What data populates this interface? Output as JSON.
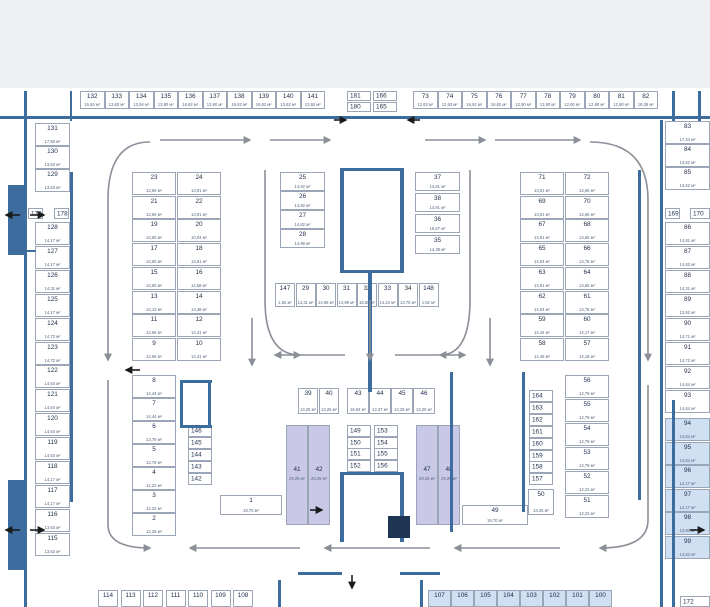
{
  "colors": {
    "background": "#ffffff",
    "wall": "#3d6c9e",
    "grid_line": "#9aa6b8",
    "driveway_arrow": "#8a8f98",
    "blue_highlight": "#cfe0f3",
    "purple_highlight": "#c9c8e6",
    "core_dark": "#1f3554"
  },
  "parking_spaces": [
    {
      "id": "s132",
      "number": "132",
      "area": "16,62 м²"
    },
    {
      "id": "s133",
      "number": "133",
      "area": "13,62 м²"
    },
    {
      "id": "s134",
      "number": "134",
      "area": "13,94 м²"
    },
    {
      "id": "s135",
      "number": "135",
      "area": "13,90 м²"
    },
    {
      "id": "s136",
      "number": "136",
      "area": "16,62 м²"
    },
    {
      "id": "s137",
      "number": "137",
      "area": "13,90 м²"
    },
    {
      "id": "s138",
      "number": "138",
      "area": "16,62 м²"
    },
    {
      "id": "s139",
      "number": "139",
      "area": "16,62 м²"
    },
    {
      "id": "s140",
      "number": "140",
      "area": "13,62 м²"
    },
    {
      "id": "s141",
      "number": "141",
      "area": "13,62 м²"
    },
    {
      "id": "s181",
      "number": "181",
      "area": "1,92 м²"
    },
    {
      "id": "s180",
      "number": "180",
      "area": "1,92 м²"
    },
    {
      "id": "s166",
      "number": "166",
      "area": "1,92 м²"
    },
    {
      "id": "s165",
      "number": "165",
      "area": "1,92 м²"
    },
    {
      "id": "s73",
      "number": "73",
      "area": "12,63 м²"
    },
    {
      "id": "s74",
      "number": "74",
      "area": "12,63 м²"
    },
    {
      "id": "s75",
      "number": "75",
      "area": "16,62 м²"
    },
    {
      "id": "s76",
      "number": "76",
      "area": "16,62 м²"
    },
    {
      "id": "s77",
      "number": "77",
      "area": "12,90 м²"
    },
    {
      "id": "s78",
      "number": "78",
      "area": "13,90 м²"
    },
    {
      "id": "s79",
      "number": "79",
      "area": "12,90 м²"
    },
    {
      "id": "s80",
      "number": "80",
      "area": "12,90 м²"
    },
    {
      "id": "s81",
      "number": "81",
      "area": "12,90 м²"
    },
    {
      "id": "s82",
      "number": "82",
      "area": "18,35 м²"
    },
    {
      "id": "s131",
      "number": "131",
      "area": "17,60 м²"
    },
    {
      "id": "s130",
      "number": "130",
      "area": "13,63 м²"
    },
    {
      "id": "s129",
      "number": "129",
      "area": "13,63 м²"
    },
    {
      "id": "s179",
      "number": "179",
      "area": "1,92 м²"
    },
    {
      "id": "s178",
      "number": "178",
      "area": "1,92 м²"
    },
    {
      "id": "s128",
      "number": "128",
      "area": "14,17 м²"
    },
    {
      "id": "s127",
      "number": "127",
      "area": "14,17 м²"
    },
    {
      "id": "s126",
      "number": "126",
      "area": "14,31 м²"
    },
    {
      "id": "s125",
      "number": "125",
      "area": "14,17 м²"
    },
    {
      "id": "s124",
      "number": "124",
      "area": "14,72 м²"
    },
    {
      "id": "s123",
      "number": "123",
      "area": "14,72 м²"
    },
    {
      "id": "s122",
      "number": "122",
      "area": "14,64 м²"
    },
    {
      "id": "s121",
      "number": "121",
      "area": "14,64 м²"
    },
    {
      "id": "s120",
      "number": "120",
      "area": "14,64 м²"
    },
    {
      "id": "s119",
      "number": "119",
      "area": "14,63 м²"
    },
    {
      "id": "s118",
      "number": "118",
      "area": "14,17 м²"
    },
    {
      "id": "s117",
      "number": "117",
      "area": "14,17 м²"
    },
    {
      "id": "s116",
      "number": "116",
      "area": "13,63 м²"
    },
    {
      "id": "s115",
      "number": "115",
      "area": "13,62 м²"
    },
    {
      "id": "s23",
      "number": "23",
      "area": "13,65 м²"
    },
    {
      "id": "s21",
      "number": "21",
      "area": "13,65 м²"
    },
    {
      "id": "s19",
      "number": "19",
      "area": "13,65 м²"
    },
    {
      "id": "s17",
      "number": "17",
      "area": "13,65 м²"
    },
    {
      "id": "s15",
      "number": "15",
      "area": "13,65 м²"
    },
    {
      "id": "s13",
      "number": "13",
      "area": "13,13 м²"
    },
    {
      "id": "s11",
      "number": "11",
      "area": "13,65 м²"
    },
    {
      "id": "s9",
      "number": "9",
      "area": "13,65 м²"
    },
    {
      "id": "s24",
      "number": "24",
      "area": "13,91 м²"
    },
    {
      "id": "s22",
      "number": "22",
      "area": "13,91 м²"
    },
    {
      "id": "s20",
      "number": "20",
      "area": "10,04 м²"
    },
    {
      "id": "s18",
      "number": "18",
      "area": "13,91 м²"
    },
    {
      "id": "s16",
      "number": "16",
      "area": "14,58 м²"
    },
    {
      "id": "s14",
      "number": "14",
      "area": "13,38 м²"
    },
    {
      "id": "s12",
      "number": "12",
      "area": "14,41 м²"
    },
    {
      "id": "s10",
      "number": "10",
      "area": "14,41 м²"
    },
    {
      "id": "s8",
      "number": "8",
      "area": "14,44 м²"
    },
    {
      "id": "s7",
      "number": "7",
      "area": "14,44 м²"
    },
    {
      "id": "s6",
      "number": "6",
      "area": "13,78 м²"
    },
    {
      "id": "s5",
      "number": "5",
      "area": "13,78 м²"
    },
    {
      "id": "s4",
      "number": "4",
      "area": "12,22 м²"
    },
    {
      "id": "s3",
      "number": "3",
      "area": "12,22 м²"
    },
    {
      "id": "s2",
      "number": "2",
      "area": "13,25 м²"
    },
    {
      "id": "s146",
      "number": "146",
      "area": "1,92 м²"
    },
    {
      "id": "s145",
      "number": "145",
      "area": "1,92 м²"
    },
    {
      "id": "s144",
      "number": "144",
      "area": "1,92 м²"
    },
    {
      "id": "s143",
      "number": "143",
      "area": "1,92 м²"
    },
    {
      "id": "s142",
      "number": "142",
      "area": "1,92 м²"
    },
    {
      "id": "s1",
      "number": "1",
      "area": "19,70 м²"
    },
    {
      "id": "s25",
      "number": "25",
      "area": "14,82 м²"
    },
    {
      "id": "s26",
      "number": "26",
      "area": "14,82 м²"
    },
    {
      "id": "s27",
      "number": "27",
      "area": "14,82 м²"
    },
    {
      "id": "s28",
      "number": "28",
      "area": "14,96 м²"
    },
    {
      "id": "s147",
      "number": "147",
      "area": "1,92 м²"
    },
    {
      "id": "s29",
      "number": "29",
      "area": "14,31 м²"
    },
    {
      "id": "s30",
      "number": "30",
      "area": "14,99 м²"
    },
    {
      "id": "s31",
      "number": "31",
      "area": "14,99 м²"
    },
    {
      "id": "s32",
      "number": "32",
      "area": "16,65 м²"
    },
    {
      "id": "s33",
      "number": "33",
      "area": "14,24 м²"
    },
    {
      "id": "s34",
      "number": "34",
      "area": "13,75 м²"
    },
    {
      "id": "s148",
      "number": "148",
      "area": "1,92 м²"
    },
    {
      "id": "s37",
      "number": "37",
      "area": "14,91 м²"
    },
    {
      "id": "s38",
      "number": "38",
      "area": "14,91 м²"
    },
    {
      "id": "s36",
      "number": "36",
      "area": "15,67 м²"
    },
    {
      "id": "s35",
      "number": "35",
      "area": "14,38 м²"
    },
    {
      "id": "s39",
      "number": "39",
      "area": "13,25 м²"
    },
    {
      "id": "s40",
      "number": "40",
      "area": "13,25 м²"
    },
    {
      "id": "s43",
      "number": "43",
      "area": "16,64 м²"
    },
    {
      "id": "s44",
      "number": "44",
      "area": "13,37 м²"
    },
    {
      "id": "s45",
      "number": "45",
      "area": "13,25 м²"
    },
    {
      "id": "s46",
      "number": "46",
      "area": "13,25 м²"
    },
    {
      "id": "s41",
      "number": "41",
      "area": "29,25 м²"
    },
    {
      "id": "s42",
      "number": "42",
      "area": "29,25 м²"
    },
    {
      "id": "s47",
      "number": "47",
      "area": "29,25 м²"
    },
    {
      "id": "s48",
      "number": "48",
      "area": "29,25 м²"
    },
    {
      "id": "s149",
      "number": "149",
      "area": "1,92 м²"
    },
    {
      "id": "s150",
      "number": "150",
      "area": "1,92 м²"
    },
    {
      "id": "s151",
      "number": "151",
      "area": "1,92 м²"
    },
    {
      "id": "s152",
      "number": "152",
      "area": "1,92 м²"
    },
    {
      "id": "s153",
      "number": "153",
      "area": "1,92 м²"
    },
    {
      "id": "s154",
      "number": "154",
      "area": "1,92 м²"
    },
    {
      "id": "s155",
      "number": "155",
      "area": "1,92 м²"
    },
    {
      "id": "s156",
      "number": "156",
      "area": "1,92 м²"
    },
    {
      "id": "s71",
      "number": "71",
      "area": "13,91 м²"
    },
    {
      "id": "s69",
      "number": "69",
      "area": "13,91 м²"
    },
    {
      "id": "s67",
      "number": "67",
      "area": "13,91 м²"
    },
    {
      "id": "s65",
      "number": "65",
      "area": "14,04 м²"
    },
    {
      "id": "s63",
      "number": "63",
      "area": "13,91 м²"
    },
    {
      "id": "s62",
      "number": "62",
      "area": "14,04 м²"
    },
    {
      "id": "s59",
      "number": "59",
      "area": "14,44 м²"
    },
    {
      "id": "s58",
      "number": "58",
      "area": "14,45 м²"
    },
    {
      "id": "s72",
      "number": "72",
      "area": "13,65 м²"
    },
    {
      "id": "s70",
      "number": "70",
      "area": "13,65 м²"
    },
    {
      "id": "s68",
      "number": "68",
      "area": "13,65 м²"
    },
    {
      "id": "s66",
      "number": "66",
      "area": "13,78 м²"
    },
    {
      "id": "s64",
      "number": "64",
      "area": "13,65 м²"
    },
    {
      "id": "s61",
      "number": "61",
      "area": "13,78 м²"
    },
    {
      "id": "s60",
      "number": "60",
      "area": "14,17 м²"
    },
    {
      "id": "s57",
      "number": "57",
      "area": "14,18 м²"
    },
    {
      "id": "s164",
      "number": "164",
      "area": "1,92 м²"
    },
    {
      "id": "s163",
      "number": "163",
      "area": "1,92 м²"
    },
    {
      "id": "s162",
      "number": "162",
      "area": "1,92 м²"
    },
    {
      "id": "s161",
      "number": "161",
      "area": "1,92 м²"
    },
    {
      "id": "s160",
      "number": "160",
      "area": "1,92 м²"
    },
    {
      "id": "s159",
      "number": "159",
      "area": "1,92 м²"
    },
    {
      "id": "s158",
      "number": "158",
      "area": "1,92 м²"
    },
    {
      "id": "s157",
      "number": "157",
      "area": "1,92 м²"
    },
    {
      "id": "s56",
      "number": "56",
      "area": "12,78 м²"
    },
    {
      "id": "s55",
      "number": "55",
      "area": "12,78 м²"
    },
    {
      "id": "s54",
      "number": "54",
      "area": "12,78 м²"
    },
    {
      "id": "s53",
      "number": "53",
      "area": "13,78 м²"
    },
    {
      "id": "s52",
      "number": "52",
      "area": "12,22 м²"
    },
    {
      "id": "s51",
      "number": "51",
      "area": "12,22 м²"
    },
    {
      "id": "s50",
      "number": "50",
      "area": "13,25 м²"
    },
    {
      "id": "s49",
      "number": "49",
      "area": "19,70 м²"
    },
    {
      "id": "s83",
      "number": "83",
      "area": "17,44 м²"
    },
    {
      "id": "s84",
      "number": "84",
      "area": "13,62 м²"
    },
    {
      "id": "s85",
      "number": "85",
      "area": "13,62 м²"
    },
    {
      "id": "s169",
      "number": "169",
      "area": "1,92 м²"
    },
    {
      "id": "s170",
      "number": "170",
      "area": "1,92 м²"
    },
    {
      "id": "s86",
      "number": "86",
      "area": "14,81 м²"
    },
    {
      "id": "s87",
      "number": "87",
      "area": "14,63 м²"
    },
    {
      "id": "s88",
      "number": "88",
      "area": "14,31 м²"
    },
    {
      "id": "s89",
      "number": "89",
      "area": "13,62 м²"
    },
    {
      "id": "s90",
      "number": "90",
      "area": "14,71 м²"
    },
    {
      "id": "s91",
      "number": "91",
      "area": "14,72 м²"
    },
    {
      "id": "s92",
      "number": "92",
      "area": "14,64 м²"
    },
    {
      "id": "s93",
      "number": "93",
      "area": "14,64 м²"
    },
    {
      "id": "s94",
      "number": "94",
      "area": "14,64 м²"
    },
    {
      "id": "s95",
      "number": "95",
      "area": "14,64 м²"
    },
    {
      "id": "s96",
      "number": "96",
      "area": "14,17 м²"
    },
    {
      "id": "s97",
      "number": "97",
      "area": "14,17 м²"
    },
    {
      "id": "s98",
      "number": "98",
      "area": "13,90 м²"
    },
    {
      "id": "s99",
      "number": "99",
      "area": "13,62 м²"
    },
    {
      "id": "s172",
      "number": "172",
      "area": "1,92 м²"
    },
    {
      "id": "s114",
      "number": "114",
      "area": ""
    },
    {
      "id": "s113",
      "number": "113",
      "area": ""
    },
    {
      "id": "s112",
      "number": "112",
      "area": ""
    },
    {
      "id": "s111",
      "number": "111",
      "area": ""
    },
    {
      "id": "s110",
      "number": "110",
      "area": ""
    },
    {
      "id": "s109",
      "number": "109",
      "area": ""
    },
    {
      "id": "s108",
      "number": "108",
      "area": ""
    },
    {
      "id": "s107",
      "number": "107",
      "area": ""
    },
    {
      "id": "s106",
      "number": "106",
      "area": ""
    },
    {
      "id": "s105",
      "number": "105",
      "area": ""
    },
    {
      "id": "s104",
      "number": "104",
      "area": ""
    },
    {
      "id": "s103",
      "number": "103",
      "area": ""
    },
    {
      "id": "s102",
      "number": "102",
      "area": ""
    },
    {
      "id": "s101",
      "number": "101",
      "area": ""
    },
    {
      "id": "s100",
      "number": "100",
      "area": ""
    }
  ]
}
